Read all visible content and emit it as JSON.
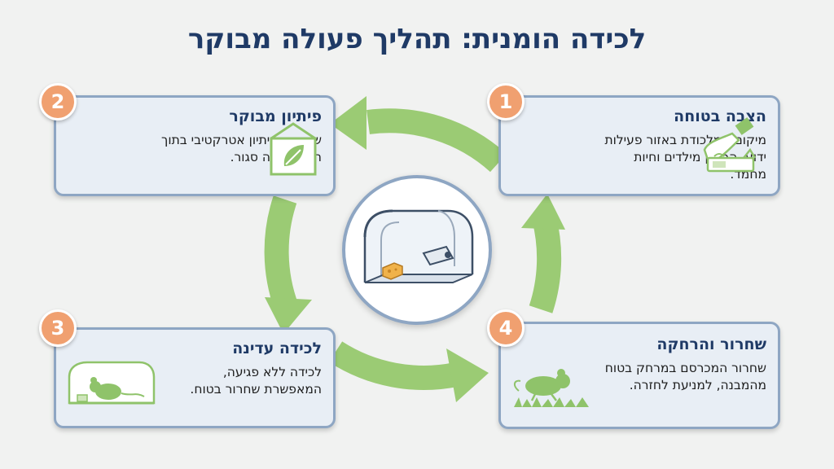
{
  "title": "לכידה הומנית: תהליך פעולה מבוקר",
  "colors": {
    "title": "#1f3a66",
    "arrow": "#9bcb74",
    "badge": "#f0a070",
    "card_border": "#8ea6c3",
    "icon_green": "#8fc36a"
  },
  "steps": [
    {
      "number": "1",
      "title": "הצבה בטוחה",
      "body": "מיקום המלכודת באזור פעילות ידוע, הרחק מילדים וחיות מחמד.",
      "icon": "hand-placing-trap-icon"
    },
    {
      "number": "2",
      "title": "פיתיון מבוקר",
      "body": "שימוש בפיתיון אטרקטיבי בתוך תא האכלה סגור.",
      "icon": "bait-box-leaf-icon"
    },
    {
      "number": "3",
      "title": "לכידה עדינה",
      "body": "לכידה ללא פגיעה, המאפשרת שחרור בטוח.",
      "icon": "mouse-in-trap-icon"
    },
    {
      "number": "4",
      "title": "שחרור והרחקה",
      "body": "שחרור המכרסם במרחק בטוח מהמבנה, למניעת לחזרה.",
      "icon": "mouse-on-grass-icon"
    }
  ],
  "center_icon": "humane-live-trap-icon"
}
